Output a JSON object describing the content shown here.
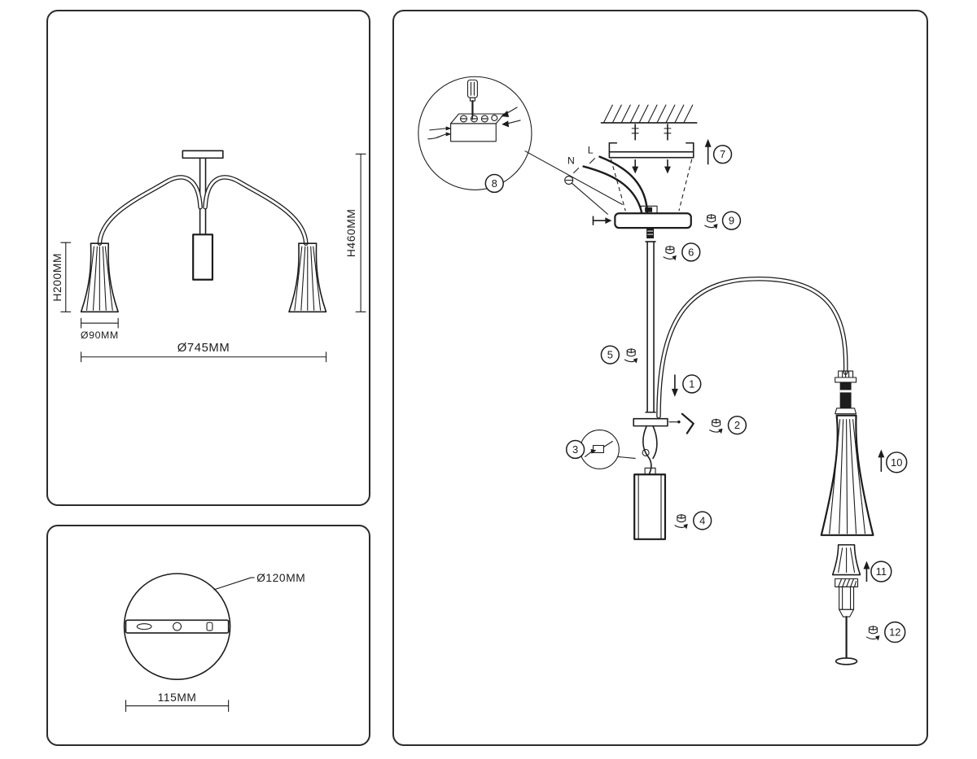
{
  "colors": {
    "line": "#1c1c1c",
    "background": "#ffffff"
  },
  "spec_panel": {
    "shade_height": "H200MM",
    "fixture_height": "H460MM",
    "shade_diameter": "Ø90MM",
    "fixture_diameter": "Ø745MM"
  },
  "mount_panel": {
    "canopy_diameter": "Ø120MM",
    "mount_width": "115MM"
  },
  "assembly_panel": {
    "wire_neutral": "N",
    "wire_live": "L",
    "steps": [
      "1",
      "2",
      "3",
      "4",
      "5",
      "6",
      "7",
      "8",
      "9",
      "10",
      "11",
      "12"
    ]
  }
}
